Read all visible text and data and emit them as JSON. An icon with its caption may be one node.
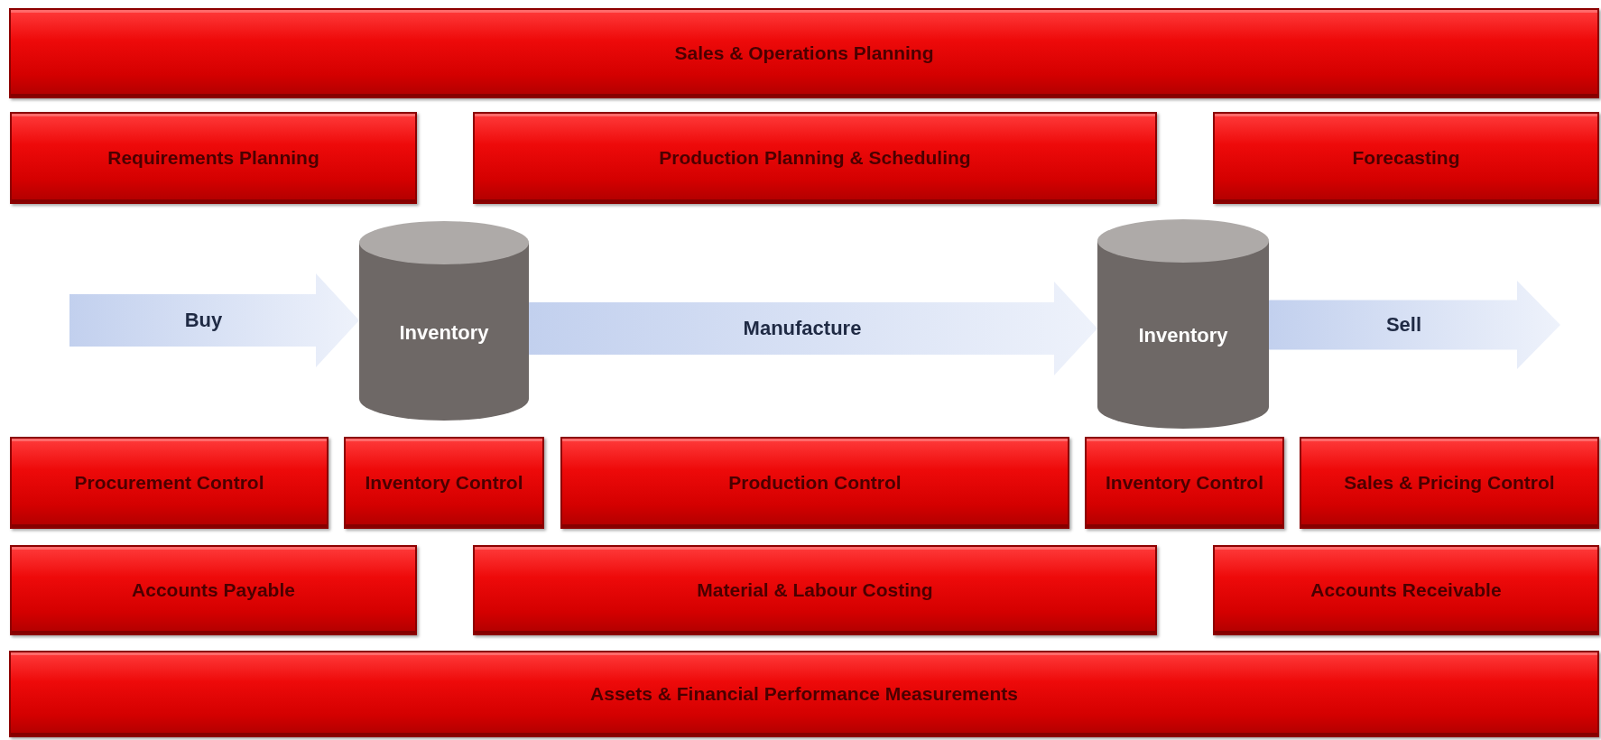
{
  "diagram": {
    "nodes": [
      {
        "text": [
          "Sales & Operations Planning"
        ]
      },
      {
        "text": [
          "Requirements Planning"
        ]
      },
      {
        "text": [
          "Production Planning & Scheduling"
        ]
      },
      {
        "text": [
          "Forecasting"
        ]
      },
      {
        "text": [
          "Inventory"
        ]
      },
      {
        "text": [
          "Inventory"
        ]
      },
      {
        "text": [
          "Procurement Control"
        ]
      },
      {
        "text": [
          "Inventory Control"
        ]
      },
      {
        "text": [
          "Production Control"
        ]
      },
      {
        "text": [
          "Inventory Control"
        ]
      },
      {
        "text": [
          "Sales & Pricing Control"
        ]
      },
      {
        "text": [
          "Accounts Payable"
        ]
      },
      {
        "text": [
          "Material & Labour Costing"
        ]
      },
      {
        "text": [
          "Accounts Receivable"
        ]
      },
      {
        "text": [
          "Assets & Financial Performance Measurements"
        ]
      }
    ],
    "edges": [
      {
        "from": null,
        "to": 4,
        "arrow": "to",
        "label": "Buy"
      },
      {
        "from": 4,
        "to": 5,
        "arrow": "to",
        "label": "Manufacture"
      },
      {
        "from": 5,
        "to": null,
        "arrow": "to",
        "label": "Sell"
      }
    ]
  }
}
